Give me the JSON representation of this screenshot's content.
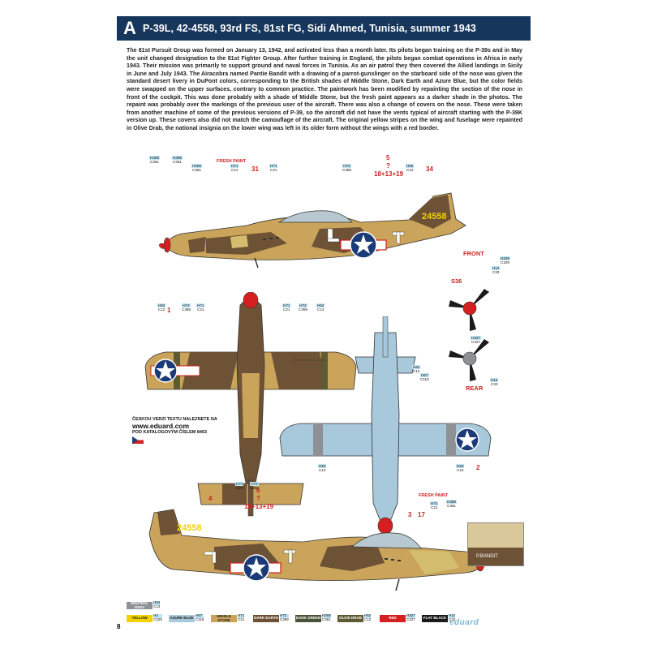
{
  "header": {
    "letter": "A",
    "title": "P-39L, 42-4558, 93rd FS, 81st FG, Sidi Ahmed, Tunisia, summer 1943"
  },
  "body_text": "The 81st Pursuit Group was formed on January 13, 1942, and activated less than a month later. Its pilots began training on the P-39s and in May the unit changed designation to the 81st Fighter Group. After further training in England, the pilots began combat operations in Africa in early 1943. Their mission was primarily to support ground and naval forces in Tunisia. As an air patrol they then covered the Allied landings in Sicily in June and July 1943. The Airacobra named Pantie Bandit with a drawing of a parrot-gunslinger on the starboard side of the nose was given the standard desert livery in DuPont colors, corresponding to the British shades of Middle Stone, Dark Earth and Azure Blue, but the color fields were swapped on the upper surfaces, contrary to common practice. The paintwork has been modified by repainting the section of the nose in front of the cockpit. This was done probably with a shade of Middle Stone, but the fresh paint appears as a darker shade in the photos. The repaint was probably over the markings of the previous user of the aircraft. There was also a change of covers on the nose. These were taken from another machine of some of the previous versions of P-39, so the aircraft did not have the vents typical of aircraft starting with the P-39K version up. These covers also did not match the camouflage of the aircraft. The original yellow stripes on the wing and fuselage were repainted in Olive Drab, the national insignia on the lower wing was left in its older form without the wings with a red border.",
  "callouts": {
    "fresh_paint_1": "FRESH PAINT",
    "fresh_paint_2": "FRESH PAINT",
    "n31": "31",
    "n34": "34",
    "n5": "5",
    "q1": "?",
    "mix1": "18+13+19",
    "n1": "1",
    "n6": "6",
    "q2": "?",
    "mix2": "18+13+19",
    "n4": "4",
    "n2": "2",
    "n3": "3",
    "n17": "17",
    "front": "FRONT",
    "rear": "REAR",
    "s36": "S36"
  },
  "codes": {
    "c1": {
      "h": "H308",
      "c": "C361"
    },
    "c2": {
      "h": "H308",
      "c": "C361"
    },
    "c3": {
      "h": "H308",
      "c": "C361"
    },
    "c4": {
      "h": "H71",
      "c": "C21"
    },
    "c5": {
      "h": "H71",
      "c": "C21"
    },
    "c6": {
      "h": "H72",
      "c": "C369"
    },
    "c7": {
      "h": "H52",
      "c": "C12"
    },
    "c8": {
      "h": "H52",
      "c": "C12"
    },
    "c9": {
      "h": "H72",
      "c": "C369"
    },
    "c10": {
      "h": "H71",
      "c": "C21"
    },
    "c11": {
      "h": "H71",
      "c": "C21"
    },
    "c12": {
      "h": "H72",
      "c": "C369"
    },
    "c13": {
      "h": "H52",
      "c": "C12"
    },
    "c14": {
      "h": "H52",
      "c": "C12"
    },
    "c15": {
      "h": "H67",
      "c": "C115"
    },
    "c16": {
      "h": "H53",
      "c": "C13"
    },
    "c17": {
      "h": "H53",
      "c": "C13"
    },
    "c18": {
      "h": "H71",
      "c": "C21"
    },
    "c19": {
      "h": "H72",
      "c": "C369"
    },
    "c20": {
      "h": "H71",
      "c": "C21"
    },
    "c21": {
      "h": "H308",
      "c": "C361"
    },
    "c22": {
      "h": "H329",
      "c": "C329"
    },
    "c23": {
      "h": "H12",
      "c": "C33"
    },
    "c24": {
      "h": "H327",
      "c": "C327"
    },
    "c25": {
      "h": "H12",
      "c": "C33"
    }
  },
  "czech_note": {
    "line1": "ČESKOU VERZI TEXTU NALEZNETE NA",
    "url": "www.eduard.com",
    "line2": "POD KATALOGOVÝM ČÍSLEM 8463"
  },
  "aircraft": {
    "serial_top": "24558",
    "serial_bottom": "24558"
  },
  "legend": [
    {
      "name": "NEUTRAL GRAY",
      "h": "H53",
      "c": "C13",
      "color": "#8e9194",
      "text": "#fff"
    },
    {
      "name": "YELLOW",
      "h": "H4",
      "c": "C329",
      "color": "#f2d200",
      "text": "#222"
    },
    {
      "name": "AZURE BLUE",
      "h": "H67",
      "c": "C115",
      "color": "#a8c8dc",
      "text": "#222"
    },
    {
      "name": "MIDDLE STONE",
      "h": "H71",
      "c": "C21",
      "color": "#c9a45a",
      "text": "#222"
    },
    {
      "name": "DARK EARTH",
      "h": "H72",
      "c": "C369",
      "color": "#6e5236",
      "text": "#fff"
    },
    {
      "name": "DARK GREEN",
      "h": "H308",
      "c": "C361",
      "color": "#4a5238",
      "text": "#fff"
    },
    {
      "name": "OLIVE DRAB",
      "h": "H52",
      "c": "C12",
      "color": "#5d5a34",
      "text": "#fff"
    },
    {
      "name": "RED",
      "h": "H327",
      "c": "C327",
      "color": "#d42020",
      "text": "#fff"
    },
    {
      "name": "FLAT BLACK",
      "h": "H12",
      "c": "C33",
      "color": "#1a1a1a",
      "text": "#fff"
    }
  ],
  "page_number": "8",
  "brand": "eduard",
  "colors": {
    "header_bg": "#16365c",
    "middle_stone": "#c9a45a",
    "dark_earth": "#6e5236",
    "azure_blue": "#a8c8dc",
    "olive_drab": "#5d5a34",
    "red": "#d42020"
  }
}
